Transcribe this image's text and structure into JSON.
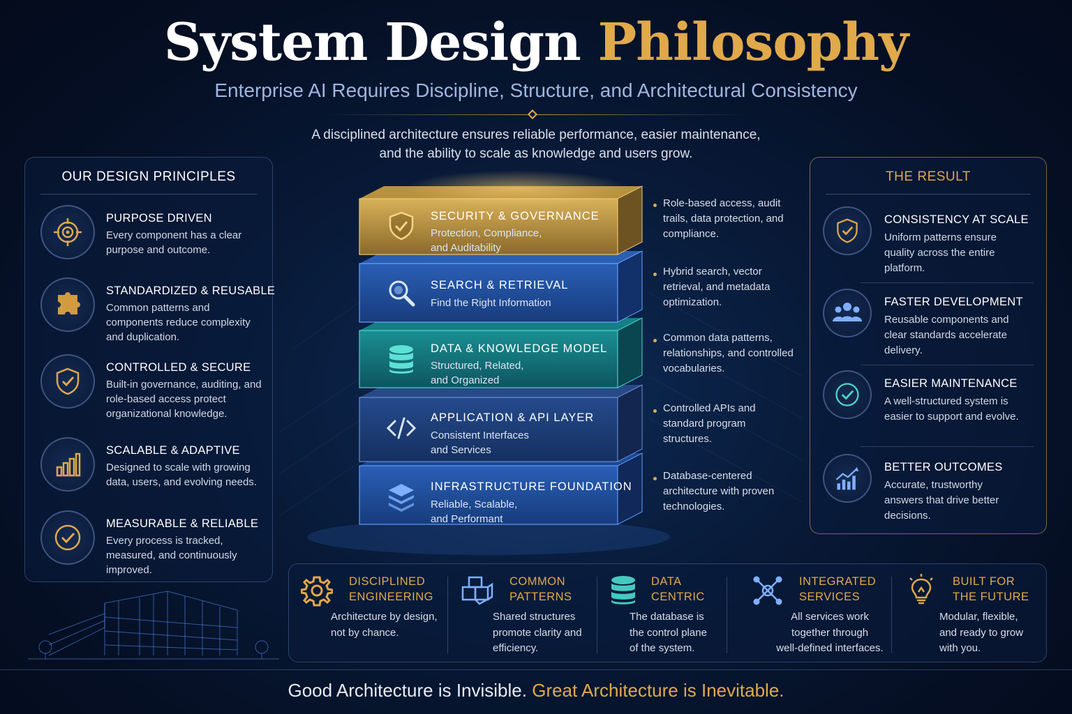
{
  "header": {
    "title_main": "System Design",
    "title_accent": "Philosophy",
    "subtitle": "Enterprise AI Requires Discipline, Structure, and Architectural Consistency",
    "intro_line1": "A disciplined architecture ensures reliable performance, easier maintenance,",
    "intro_line2": "and the ability to scale as knowledge and users grow."
  },
  "principles": {
    "title": "OUR DESIGN PRINCIPLES",
    "items": [
      {
        "title": "PURPOSE DRIVEN",
        "desc": "Every component has a clear purpose and outcome.",
        "icon": "target-icon"
      },
      {
        "title": "STANDARDIZED & REUSABLE",
        "desc": "Common patterns and components reduce complexity and duplication.",
        "icon": "puzzle-icon"
      },
      {
        "title": "CONTROLLED & SECURE",
        "desc": "Built-in governance, auditing, and role-based access protect organizational knowledge.",
        "icon": "shield-check-icon"
      },
      {
        "title": "SCALABLE & ADAPTIVE",
        "desc": "Designed to scale with growing data, users, and evolving needs.",
        "icon": "bar-chart-icon"
      },
      {
        "title": "MEASURABLE & RELIABLE",
        "desc": "Every process is tracked, measured, and continuously improved.",
        "icon": "check-circle-icon"
      }
    ]
  },
  "stack": {
    "layers": [
      {
        "label": "SECURITY & GOVERNANCE",
        "sub1": "Protection, Compliance,",
        "sub2": "and Auditability",
        "annotation": "Role-based access, audit trails, data protection, and compliance.",
        "icon": "shield-icon",
        "color": "#b8913e"
      },
      {
        "label": "SEARCH & RETRIEVAL",
        "sub1": "Find the Right Information",
        "sub2": "",
        "annotation": "Hybrid search, vector retrieval, and metadata optimization.",
        "icon": "magnifier-icon",
        "color": "#1f4f9a"
      },
      {
        "label": "DATA & KNOWLEDGE MODEL",
        "sub1": "Structured, Related,",
        "sub2": "and Organized",
        "annotation": "Common data patterns, relationships, and controlled vocabularies.",
        "icon": "database-icon",
        "color": "#13707a"
      },
      {
        "label": "APPLICATION & API LAYER",
        "sub1": "Consistent Interfaces",
        "sub2": "and Services",
        "annotation": "Controlled APIs and standard program structures.",
        "icon": "code-icon",
        "color": "#1f3f7e"
      },
      {
        "label": "INFRASTRUCTURE FOUNDATION",
        "sub1": "Reliable, Scalable,",
        "sub2": "and Performant",
        "annotation": "Database-centered architecture with proven technologies.",
        "icon": "layers-icon",
        "color": "#1b3f88"
      }
    ]
  },
  "results": {
    "title": "THE RESULT",
    "items": [
      {
        "title": "CONSISTENCY AT SCALE",
        "desc": "Uniform patterns ensure quality across the entire platform.",
        "icon": "shield-check-icon"
      },
      {
        "title": "FASTER DEVELOPMENT",
        "desc": "Reusable components and clear standards accelerate delivery.",
        "icon": "team-icon"
      },
      {
        "title": "EASIER MAINTENANCE",
        "desc": "A well-structured system is easier to support and evolve.",
        "icon": "check-circle-icon"
      },
      {
        "title": "BETTER OUTCOMES",
        "desc": "Accurate, trustworthy answers that drive better decisions.",
        "icon": "trend-chart-icon"
      }
    ]
  },
  "pillars": [
    {
      "title1": "DISCIPLINED",
      "title2": "ENGINEERING",
      "desc1": "Architecture by design,",
      "desc2": "not by chance.",
      "desc3": "",
      "icon": "gear-icon"
    },
    {
      "title1": "COMMON",
      "title2": "PATTERNS",
      "desc1": "Shared structures",
      "desc2": "promote clarity and",
      "desc3": "efficiency.",
      "icon": "blocks-icon"
    },
    {
      "title1": "DATA",
      "title2": "CENTRIC",
      "desc1": "The database is",
      "desc2": "the control plane",
      "desc3": "of the system.",
      "icon": "database-icon"
    },
    {
      "title1": "INTEGRATED",
      "title2": "SERVICES",
      "desc1": "All services work",
      "desc2": "together through",
      "desc3": "well-defined interfaces.",
      "icon": "network-icon"
    },
    {
      "title1": "BUILT FOR",
      "title2": "THE FUTURE",
      "desc1": "Modular, flexible,",
      "desc2": "and ready to grow",
      "desc3": "with you.",
      "icon": "lightbulb-icon"
    }
  ],
  "footer": {
    "part1": "Good Architecture is Invisible.",
    "part2": "Great Architecture is Inevitable."
  },
  "colors": {
    "gold": "#e0a94a",
    "background": "#081a38"
  }
}
